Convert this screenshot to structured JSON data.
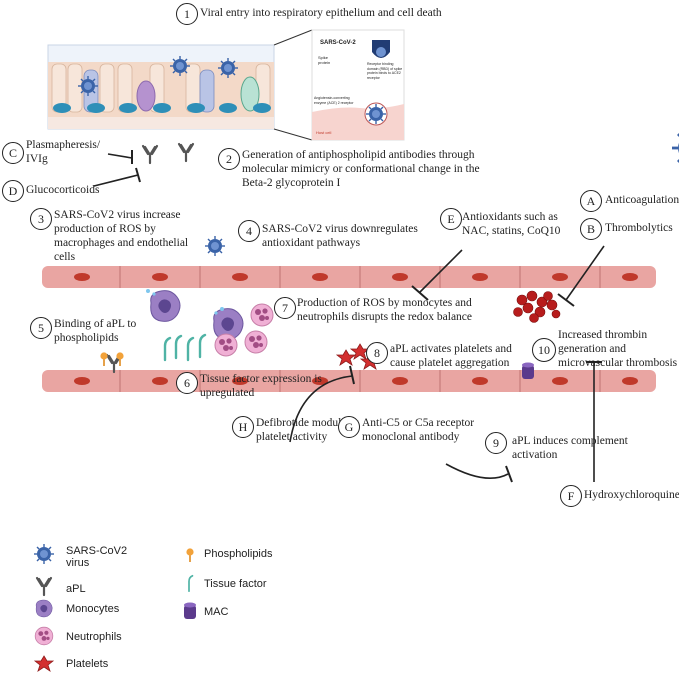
{
  "steps": {
    "s1": {
      "num": "1",
      "text": "Viral entry into respiratory epithelium and cell death"
    },
    "s2": {
      "num": "2",
      "text": "Generation of antiphospholipid antibodies through molecular mimicry  or conformational change in the Beta-2 glycoprotein I"
    },
    "s3": {
      "num": "3",
      "text": "SARS-CoV2 virus increase production of ROS by macrophages and endothelial cells"
    },
    "s4": {
      "num": "4",
      "text": "SARS-CoV2 virus downregulates antioxidant pathways"
    },
    "s5": {
      "num": "5",
      "text": "Binding of aPL to phospholipids"
    },
    "s6": {
      "num": "6",
      "text": "Tissue factor expression is upregulated"
    },
    "s7": {
      "num": "7",
      "text": "Production of ROS by monocytes and neutrophils disrupts the redox balance"
    },
    "s8": {
      "num": "8",
      "text": "aPL activates platelets and cause platelet aggregation"
    },
    "s9": {
      "num": "9",
      "text": "aPL induces complement activation"
    },
    "s10": {
      "num": "10",
      "text": "Increased thrombin generation and microvascular thrombosis"
    }
  },
  "treatments": {
    "A": {
      "letter": "A",
      "text": "Anticoagulation"
    },
    "B": {
      "letter": "B",
      "text": "Thrombolytics"
    },
    "C": {
      "letter": "C",
      "text": "Plasmapheresis/ IVIg"
    },
    "D": {
      "letter": "D",
      "text": "Glucocorticoids"
    },
    "E": {
      "letter": "E",
      "text": "Antioxidants such as NAC, statins, CoQ10"
    },
    "F": {
      "letter": "F",
      "text": "Hydroxychloroquine"
    },
    "G": {
      "letter": "G",
      "text": "Anti-C5 or C5a receptor monoclonal antibody"
    },
    "H": {
      "letter": "H",
      "text": "Defibrotide modulates platelet activity"
    }
  },
  "inset": {
    "virus_label": "SARS-CoV-2",
    "spike_label": "Spike protein",
    "receptor_label": "Angiotensin-converting enzyme (ACE) 2 receptor",
    "tmprss_label": "Receptor binding domain (RBD) of spike protein binds to ACE2 receptor",
    "host_label": "Host cell"
  },
  "legend": [
    {
      "label": "SARS-CoV2 virus",
      "icon": "virus-icon"
    },
    {
      "label": "aPL",
      "icon": "antibody-icon"
    },
    {
      "label": "Monocytes",
      "icon": "monocyte-icon"
    },
    {
      "label": "Neutrophils",
      "icon": "neutrophil-icon"
    },
    {
      "label": "Platelets",
      "icon": "platelet-icon"
    },
    {
      "label": "Phospholipids",
      "icon": "phospholipid-icon"
    },
    {
      "label": "Tissue factor",
      "icon": "tissue-factor-icon"
    },
    {
      "label": "MAC",
      "icon": "mac-icon"
    }
  ],
  "colors": {
    "endothelium": "#e9a5a2",
    "endothelium_nucleus": "#c0392b",
    "virus": "#3a63a8",
    "monocyte": "#9b7fc4",
    "neutrophil": "#e08fc0",
    "platelet": "#d32f2f",
    "thrombus": "#b71c1c",
    "tissue_factor": "#4fb3a5",
    "phospholipid": "#f2a23a",
    "mac": "#5b3a8c"
  }
}
